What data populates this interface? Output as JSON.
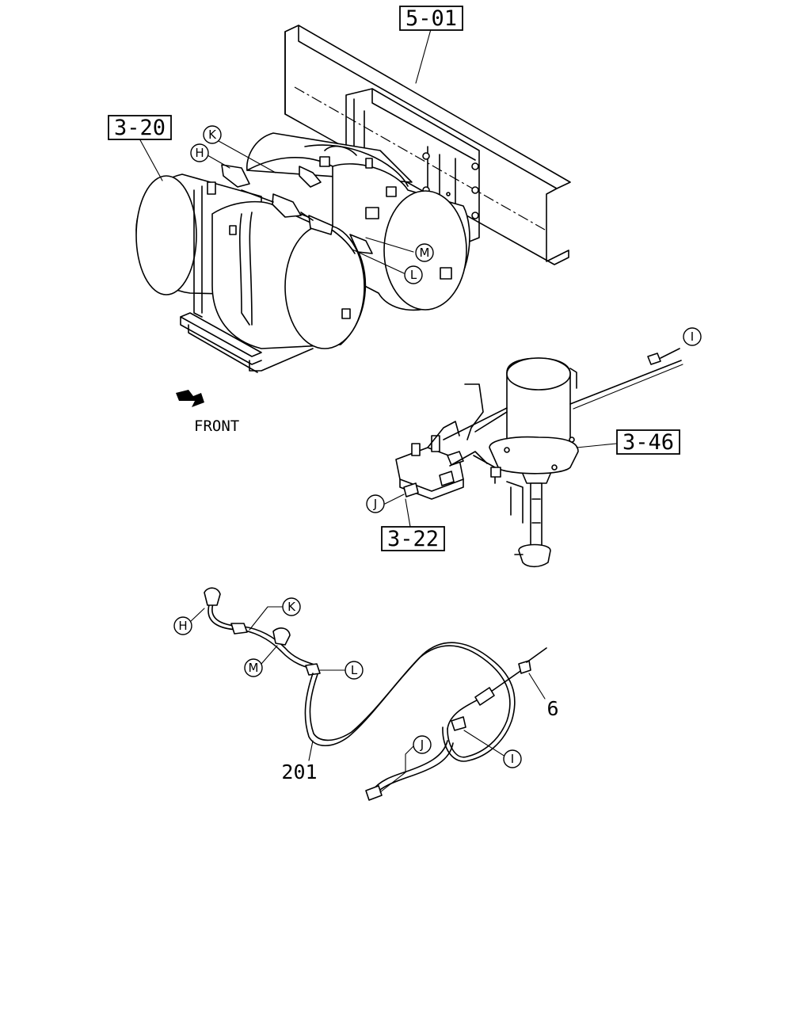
{
  "refs": {
    "r501": "5-01",
    "r320": "3-20",
    "r346": "3-46",
    "r322": "3-22"
  },
  "callouts": {
    "K": "K",
    "H": "H",
    "M": "M",
    "L": "L",
    "I": "I",
    "J": "J"
  },
  "labels": {
    "front": "FRONT",
    "part_201": "201",
    "part_6": "6"
  },
  "icons": {
    "front_arrow": "front-arrow-icon"
  }
}
